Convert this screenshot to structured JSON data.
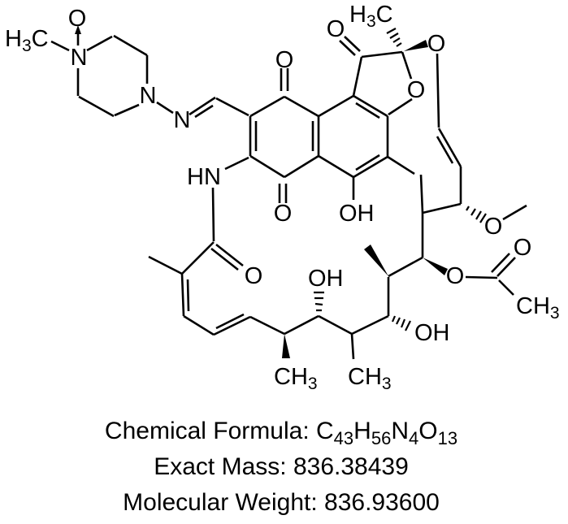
{
  "colors": {
    "ink": "#000000",
    "background": "#ffffff"
  },
  "molecule": {
    "labels": {
      "n_oxide_o": "O",
      "n_methyl_h3c": {
        "h": "H",
        "three": "3",
        "c": "C"
      },
      "piperazine_n1": "N",
      "piperazine_n4": "N",
      "imine_n": "N",
      "amide_hn": "HN",
      "quinone_top_o": "O",
      "quinone_bottom_o": "O",
      "phenol_oh": "OH",
      "furanone_ketone_o": "O",
      "c12_h3c": {
        "h": "H",
        "three": "3",
        "c": "C"
      },
      "ketal_o": "O",
      "furan_o": "O",
      "amide_o": "O",
      "c21_oh": "OH",
      "c20_ch3": {
        "c": "C",
        "h": "H",
        "three": "3"
      },
      "c22_ch3": {
        "c": "C",
        "h": "H",
        "three": "3"
      },
      "c23_oh": "OH",
      "methoxy_o": "O",
      "acetate_ester_o": "O",
      "acetate_carbonyl_o": "O",
      "acetate_ch3": {
        "c": "C",
        "h": "H",
        "three": "3"
      }
    }
  },
  "caption": {
    "formula_prefix": "Chemical Formula: ",
    "formula_parts": [
      {
        "t": "C"
      },
      {
        "t": "43",
        "sub": true
      },
      {
        "t": "H"
      },
      {
        "t": "56",
        "sub": true
      },
      {
        "t": "N"
      },
      {
        "t": "4",
        "sub": true
      },
      {
        "t": "O"
      },
      {
        "t": "13",
        "sub": true
      }
    ],
    "exact_mass": "Exact Mass: 836.38439",
    "molecular_weight": "Molecular Weight: 836.93600"
  }
}
